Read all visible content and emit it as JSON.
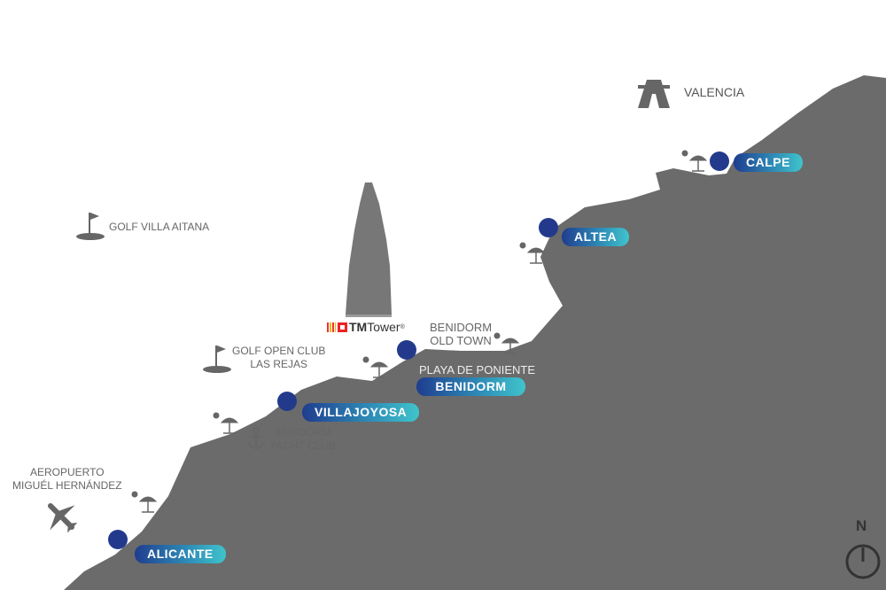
{
  "colors": {
    "sea": "#6b6b6b",
    "land": "#ffffff",
    "marker": "#233a8c",
    "pill_start": "#1f3d8f",
    "pill_end": "#40c4cc"
  },
  "places": {
    "valencia": "VALENCIA",
    "calpe": "CALPE",
    "altea": "ALTEA",
    "benidorm": "BENIDORM",
    "playa": "PLAYA DE PONIENTE",
    "old_town": [
      "BENIDORM",
      "OLD TOWN"
    ],
    "villajoyosa": "VILLAJOYOSA",
    "yacht": [
      "BENIDORM",
      "YACHT CLUB"
    ],
    "alicante": "ALICANTE",
    "airport": [
      "AEROPUERTO",
      "MIGUÉL HERNÁNDEZ"
    ],
    "golf_aitana": "GOLF VILLA AITANA",
    "golf_rejas": [
      "GOLF OPEN CLUB",
      "LAS REJAS"
    ]
  },
  "logo": {
    "brand": "TM",
    "name": "Tower",
    "mark": "®"
  },
  "compass": "N"
}
